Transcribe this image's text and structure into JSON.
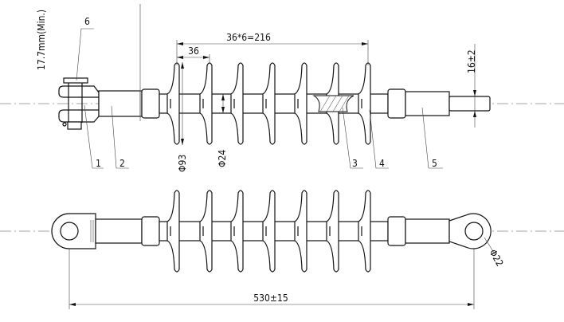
{
  "drawing": {
    "title": "Composite suspension insulator drawing",
    "dimensions": {
      "clevis_gap": "17.7mm(Min.)",
      "shed_pitch_total": "36*6=216",
      "shed_pitch": "36",
      "pin_dia": "16±2",
      "shed_dia": "Φ93",
      "rod_dia": "Φ24",
      "eye_dia": "Φ22",
      "overall_length": "530±15"
    },
    "part_labels": [
      "1",
      "2",
      "3",
      "4",
      "5",
      "6"
    ]
  }
}
